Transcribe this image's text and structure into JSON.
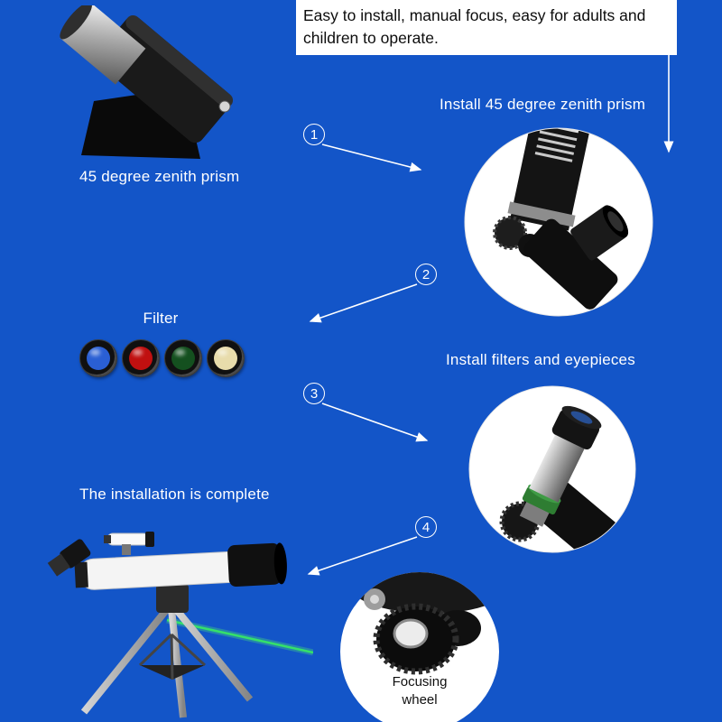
{
  "colors": {
    "background": "#1355c8",
    "text_light": "#ffffff",
    "text_dark": "#111111",
    "panel": "#ffffff",
    "laser_green": "#35e06a"
  },
  "intro": {
    "text": "Easy to install, manual focus, easy for adults and children to operate."
  },
  "steps": [
    {
      "number": "1"
    },
    {
      "number": "2"
    },
    {
      "number": "3"
    },
    {
      "number": "4"
    }
  ],
  "captions": {
    "zenith_prism": "45 degree zenith prism",
    "install_prism": "Install 45 degree zenith prism",
    "install_filters": "Install filters and eyepieces",
    "complete": "The installation is complete",
    "focusing_wheel": "Focusing wheel"
  },
  "filters": {
    "title": "Filter",
    "items": [
      {
        "name": "blue-filter",
        "color": "#2a5fd4"
      },
      {
        "name": "red-filter",
        "color": "#c01010"
      },
      {
        "name": "green-filter",
        "color": "#14501f"
      },
      {
        "name": "moon-filter",
        "color": "#e8dcab"
      }
    ]
  }
}
